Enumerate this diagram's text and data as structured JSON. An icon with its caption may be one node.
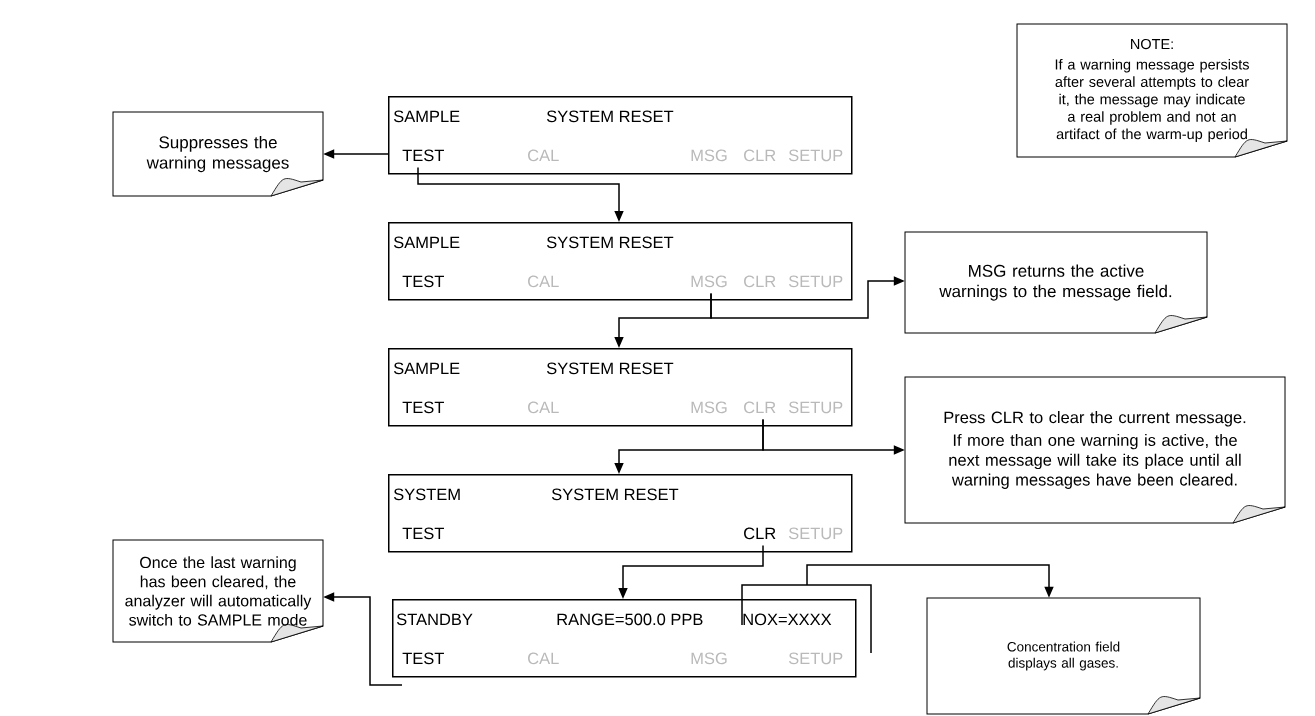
{
  "diagram": {
    "nodes": [
      {
        "text": [
          "NOTE:",
          "If a warning message persists after several attempts to clear it, the message may indicate a real problem and not an artifact of the warm-up period"
        ]
      },
      {
        "text": [
          "Suppresses the warning messages"
        ]
      },
      {
        "text": [
          "SAMPLE",
          "SYSTEM RESET",
          "TEST",
          "CAL",
          "MSG",
          "CLR",
          "SETUP"
        ]
      },
      {
        "text": [
          "SAMPLE",
          "SYSTEM RESET",
          "TEST",
          "CAL",
          "MSG",
          "CLR",
          "SETUP"
        ]
      },
      {
        "text": [
          "MSG returns the active warnings to the message field."
        ]
      },
      {
        "text": [
          "SAMPLE",
          "SYSTEM RESET",
          "TEST",
          "CAL",
          "MSG",
          "CLR",
          "SETUP"
        ]
      },
      {
        "text": [
          "Press CLR to clear the current message.",
          "If more than one warning is active, the next message will take its place until all warning messages have been cleared."
        ]
      },
      {
        "text": [
          "SYSTEM",
          "SYSTEM RESET",
          "TEST",
          "CLR",
          "SETUP"
        ]
      },
      {
        "text": [
          "Once the last warning has been cleared, the analyzer will automatically switch to SAMPLE mode"
        ]
      },
      {
        "text": [
          "STANDBY",
          "RANGE=500.0 PPB",
          "NOX=XXXX",
          "TEST",
          "CAL",
          "MSG",
          "SETUP"
        ]
      },
      {
        "text": [
          "Concentration field displays all gases."
        ]
      }
    ],
    "edges": [
      {
        "from": 2,
        "to": 1,
        "arrow": "to"
      },
      {
        "from": 2,
        "to": 3,
        "arrow": "to"
      },
      {
        "from": 3,
        "to": 5,
        "arrow": "to"
      },
      {
        "from": 3,
        "to": 4,
        "arrow": "to"
      },
      {
        "from": 5,
        "to": 7,
        "arrow": "to"
      },
      {
        "from": 5,
        "to": 6,
        "arrow": "to"
      },
      {
        "from": 7,
        "to": 9,
        "arrow": "to"
      },
      {
        "from": 9,
        "to": 8,
        "arrow": "to"
      },
      {
        "from": 9,
        "to": 10,
        "arrow": "to"
      }
    ]
  }
}
